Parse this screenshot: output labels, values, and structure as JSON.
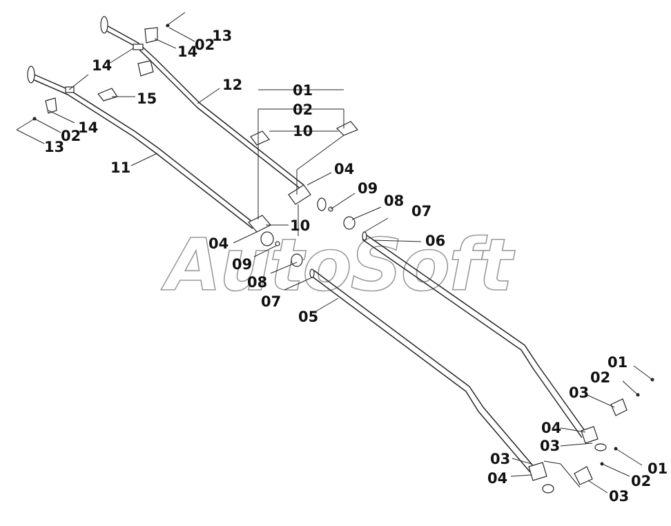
{
  "watermark": "AutoSoft",
  "callouts": [
    "01",
    "02",
    "03",
    "04",
    "05",
    "06",
    "07",
    "08",
    "09",
    "10",
    "11",
    "12",
    "13",
    "14",
    "15"
  ]
}
